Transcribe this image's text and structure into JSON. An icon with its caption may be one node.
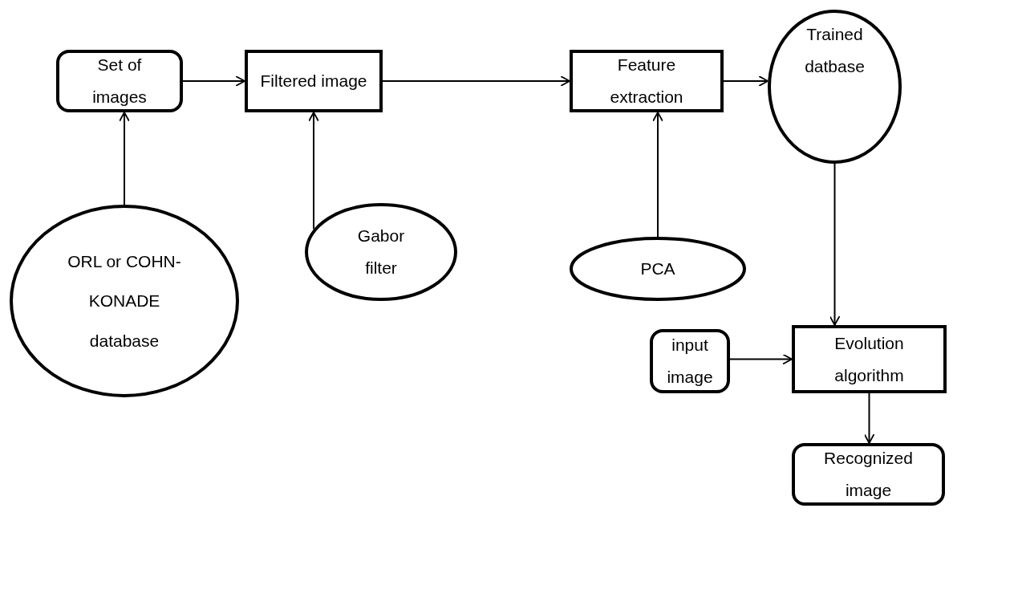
{
  "diagram": {
    "nodes": [
      {
        "text": [
          "Set of images"
        ]
      },
      {
        "text": [
          "Filtered image"
        ]
      },
      {
        "text": [
          "Feature extraction"
        ]
      },
      {
        "text": [
          "Trained datbase"
        ]
      },
      {
        "text": [
          "ORL or COHN-KONADE database"
        ]
      },
      {
        "text": [
          "Gabor filter"
        ]
      },
      {
        "text": [
          "PCA"
        ]
      },
      {
        "text": [
          "input image"
        ]
      },
      {
        "text": [
          "Evolution algorithm"
        ]
      },
      {
        "text": [
          "Recognized image"
        ]
      }
    ],
    "edges": [
      {
        "from": 0,
        "to": 1,
        "arrow": "to"
      },
      {
        "from": 1,
        "to": 2,
        "arrow": "to"
      },
      {
        "from": 2,
        "to": 3,
        "arrow": "to"
      },
      {
        "from": 4,
        "to": 0,
        "arrow": "to"
      },
      {
        "from": 5,
        "to": 1,
        "arrow": "to"
      },
      {
        "from": 6,
        "to": 2,
        "arrow": "to"
      },
      {
        "from": 3,
        "to": 8,
        "arrow": "to"
      },
      {
        "from": 7,
        "to": 8,
        "arrow": "to"
      },
      {
        "from": 8,
        "to": 9,
        "arrow": "to"
      }
    ]
  }
}
